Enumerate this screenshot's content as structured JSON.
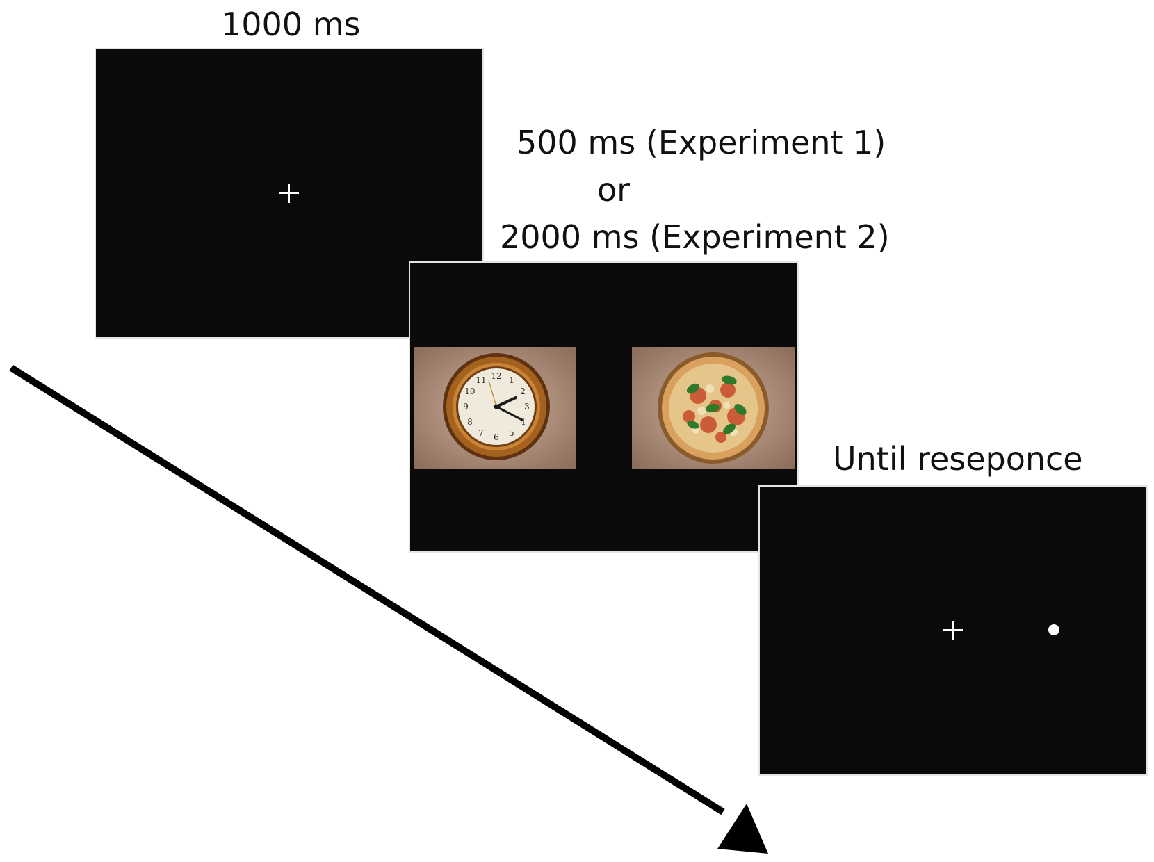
{
  "labels": {
    "fixation": "1000 ms",
    "stimulus_line1": "500 ms (Experiment 1)",
    "stimulus_line2": "or",
    "stimulus_line3": "2000 ms (Experiment 2)",
    "probe": "Until reseponce"
  },
  "clock_numerals": [
    "12",
    "1",
    "2",
    "3",
    "4",
    "5",
    "6",
    "7",
    "8",
    "9",
    "10",
    "11"
  ],
  "colors": {
    "screen": "#0a0a0a",
    "arrow": "#000000",
    "photo_background": "#a98a77",
    "clock_frame": "#9a5a1e",
    "pizza_crust": "#d9a05e"
  },
  "icons": {
    "fixation_cross": "plus-icon",
    "probe_dot": "circle-icon",
    "time_arrow": "arrow-down-right-icon"
  }
}
